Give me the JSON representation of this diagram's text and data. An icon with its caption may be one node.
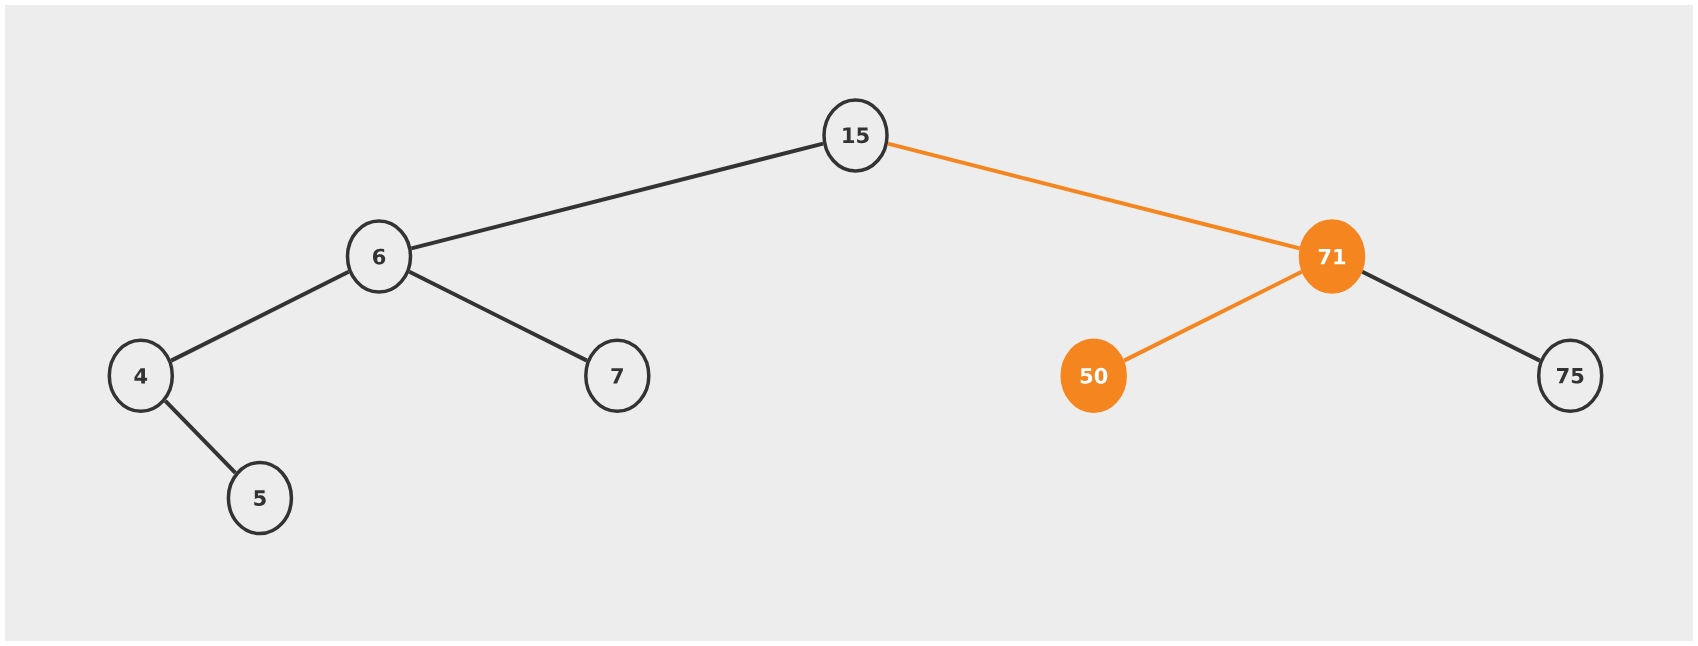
{
  "diagram": {
    "nodes": [
      {
        "text": [
          "15"
        ]
      },
      {
        "text": [
          "6"
        ]
      },
      {
        "text": [
          "71"
        ]
      },
      {
        "text": [
          "4"
        ]
      },
      {
        "text": [
          "7"
        ]
      },
      {
        "text": [
          "50"
        ]
      },
      {
        "text": [
          "75"
        ]
      },
      {
        "text": [
          "5"
        ]
      }
    ],
    "edges": [
      {
        "from": 0,
        "to": 1,
        "arrow": "none"
      },
      {
        "from": 0,
        "to": 2,
        "arrow": "none",
        "color": "#f5861f"
      },
      {
        "from": 1,
        "to": 3,
        "arrow": "none"
      },
      {
        "from": 1,
        "to": 4,
        "arrow": "none"
      },
      {
        "from": 3,
        "to": 7,
        "arrow": "none"
      },
      {
        "from": 2,
        "to": 5,
        "arrow": "none",
        "color": "#f5861f"
      },
      {
        "from": 2,
        "to": 6,
        "arrow": "none"
      }
    ]
  }
}
